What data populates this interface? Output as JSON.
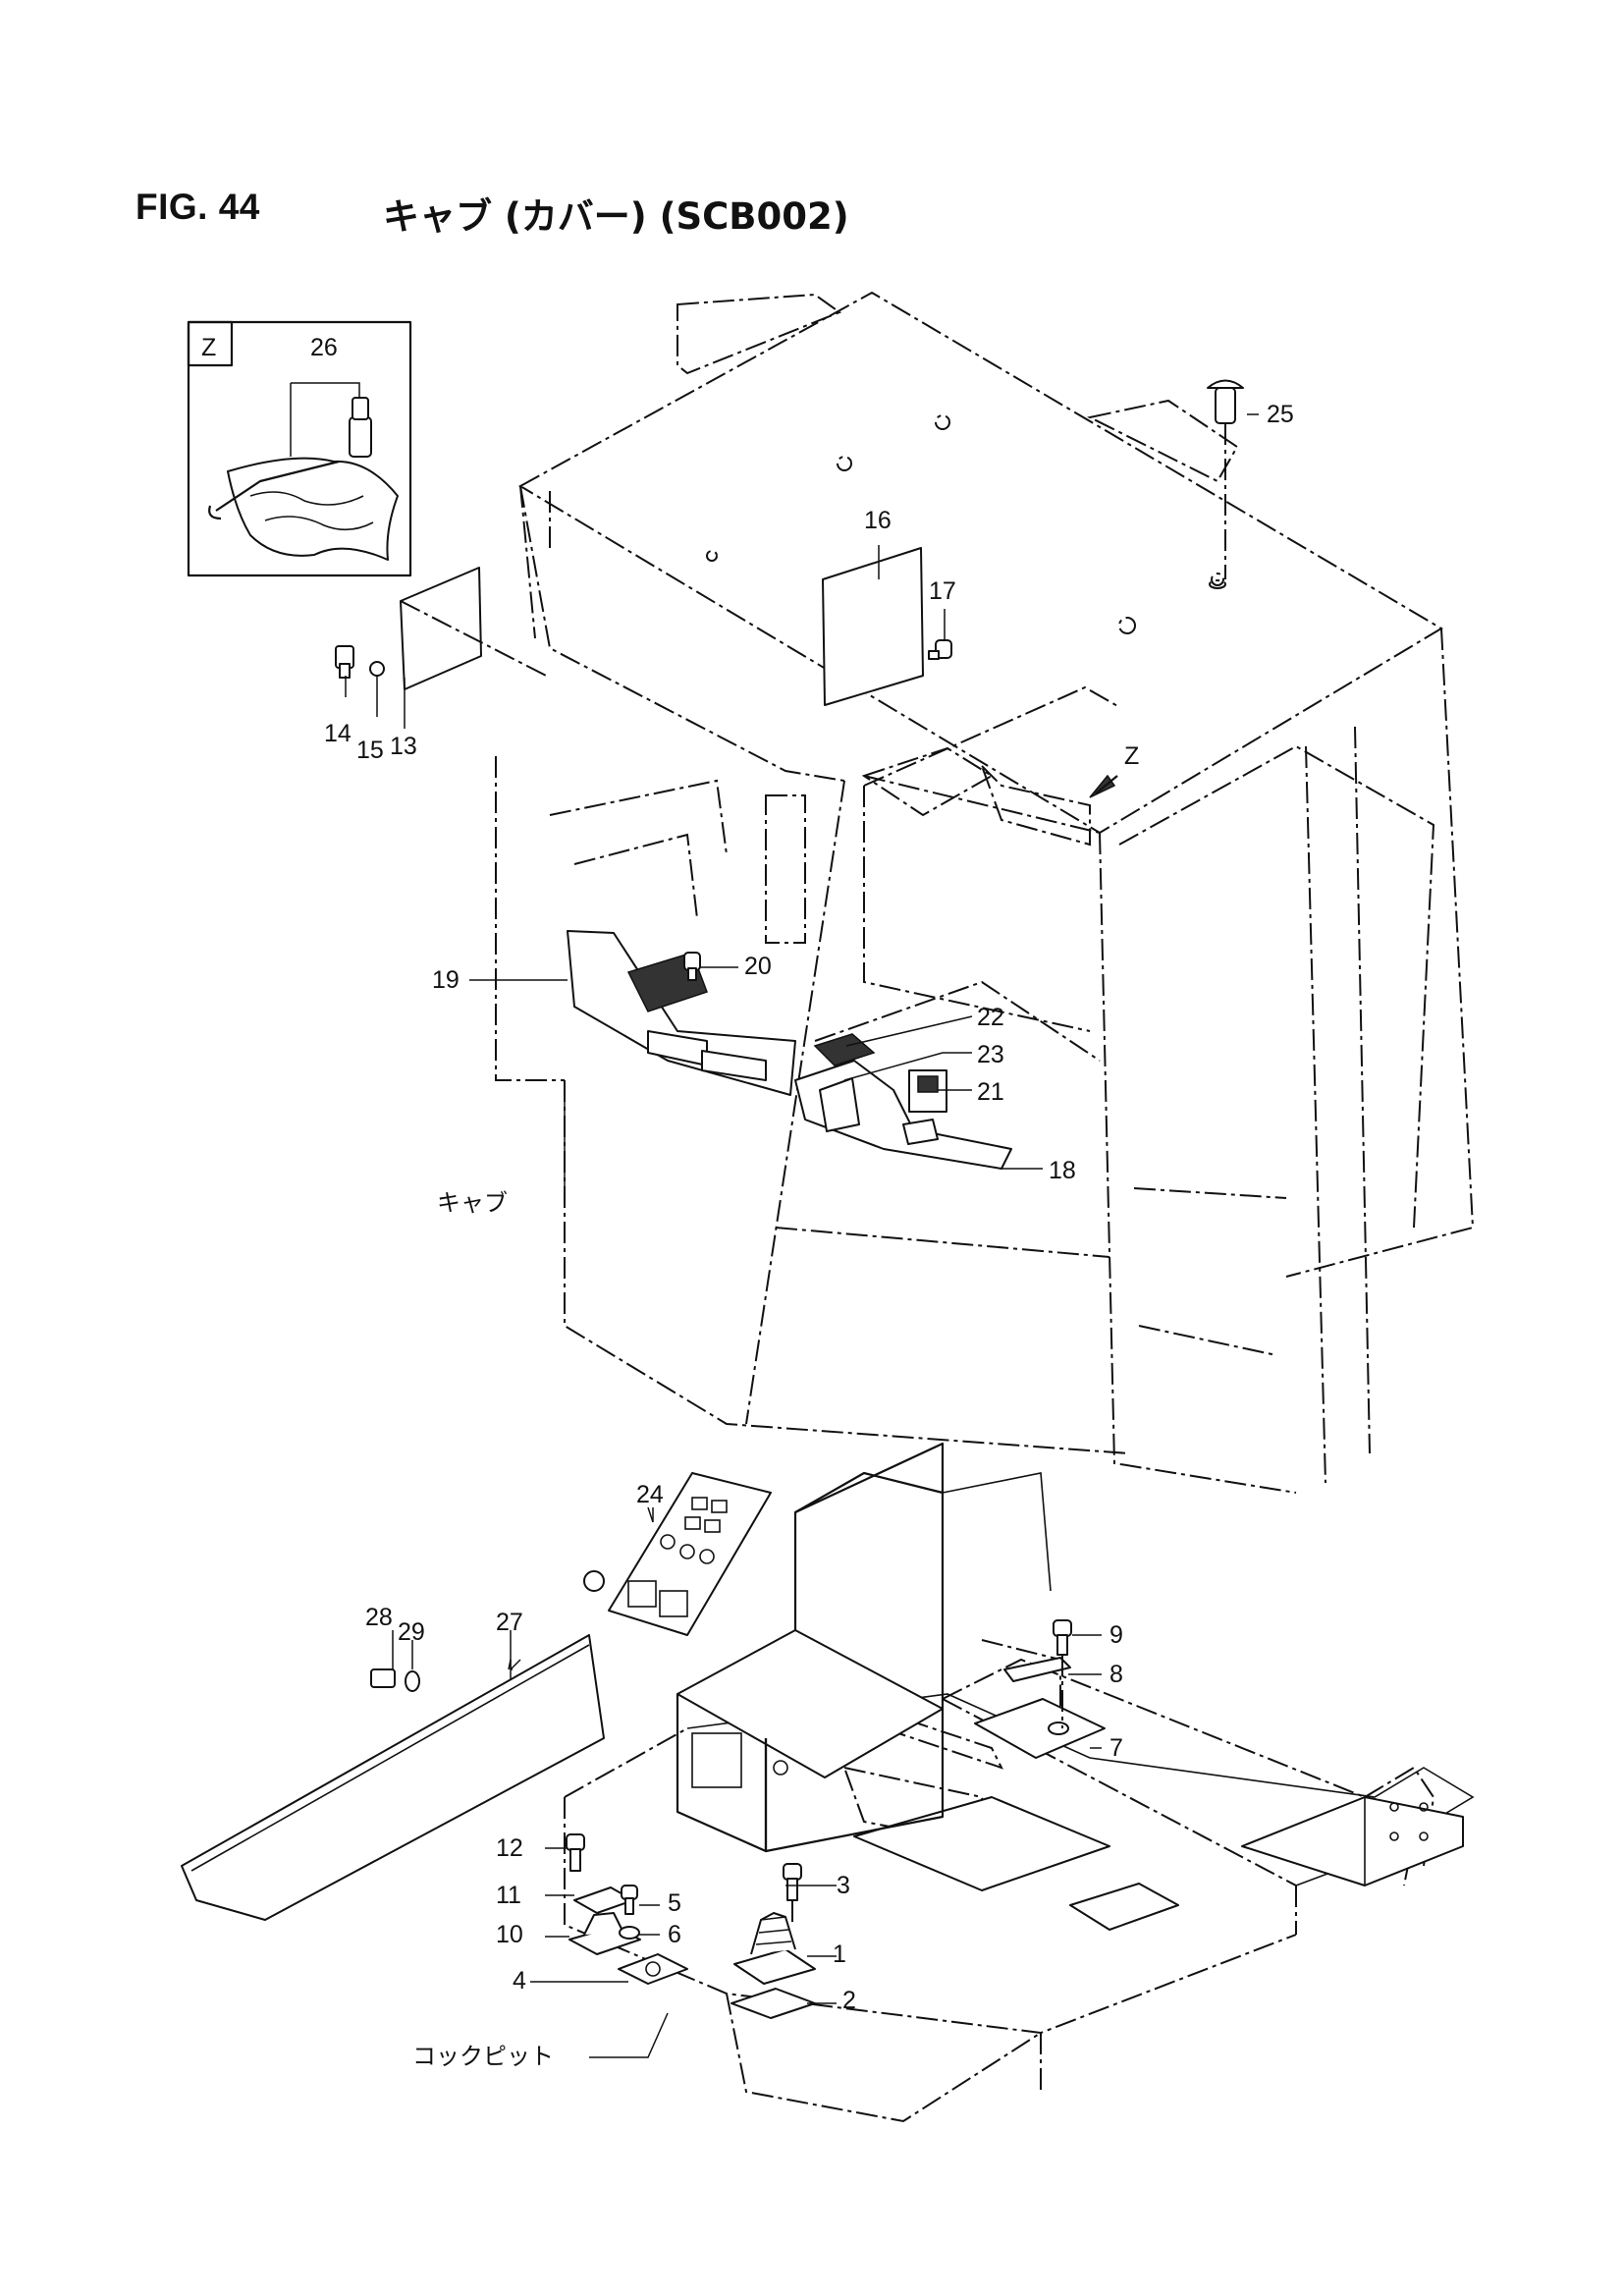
{
  "header": {
    "figure": "FIG. 44",
    "caption": "キャブ (カバー) (SCB002)"
  },
  "detail_view": {
    "label": "Z",
    "arrow_label": "Z"
  },
  "callouts": {
    "c1": "1",
    "c2": "2",
    "c3": "3",
    "c4": "4",
    "c5": "5",
    "c6": "6",
    "c7": "7",
    "c8": "8",
    "c9": "9",
    "c10": "10",
    "c11": "11",
    "c12": "12",
    "c13": "13",
    "c14": "14",
    "c15": "15",
    "c16": "16",
    "c17": "17",
    "c18": "18",
    "c19": "19",
    "c20": "20",
    "c21": "21",
    "c22": "22",
    "c23": "23",
    "c24": "24",
    "c25": "25",
    "c26": "26",
    "c27": "27",
    "c28": "28",
    "c29": "29"
  },
  "assembly_labels": {
    "cab": "キャブ",
    "cockpit": "コックピット"
  },
  "colors": {
    "line": "#111111",
    "background": "#ffffff"
  }
}
